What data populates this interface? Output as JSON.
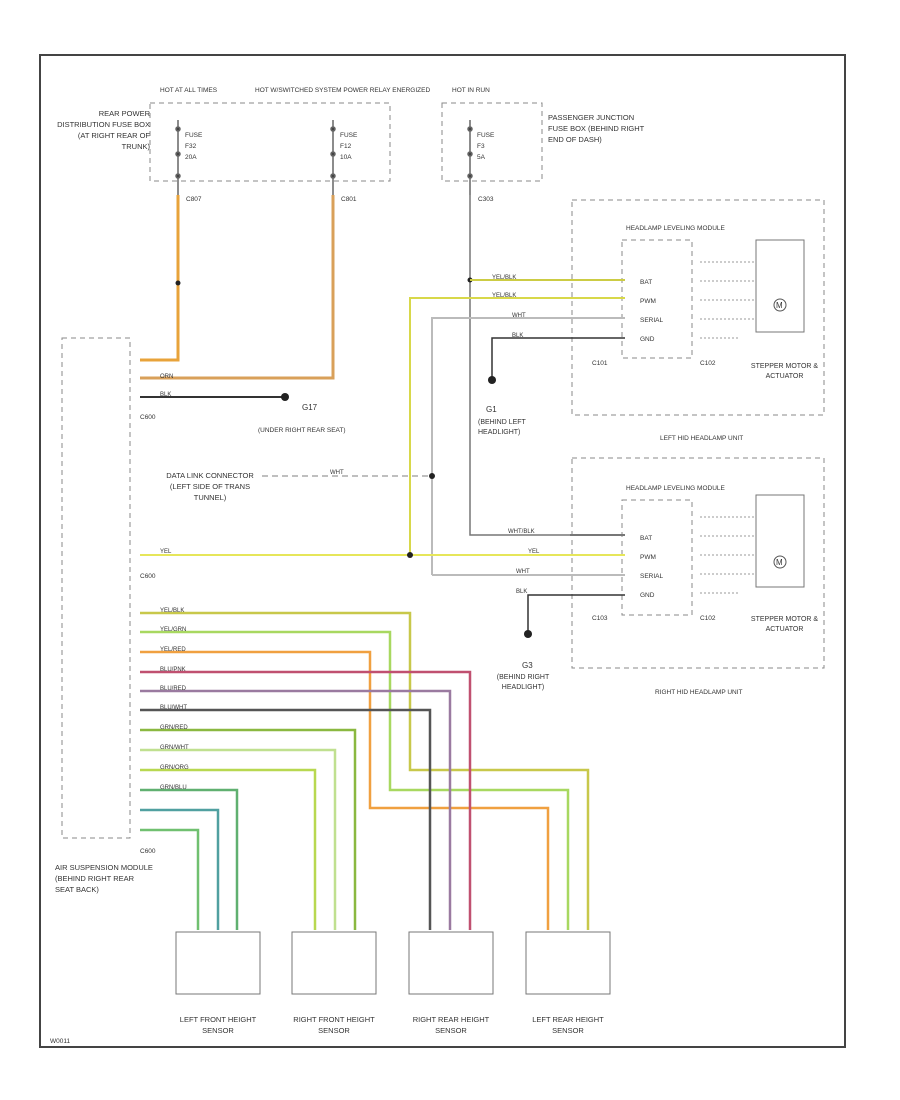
{
  "fuse_boxes": {
    "hot_at_all_times": "HOT AT ALL TIMES",
    "hot_energized": "HOT W/SWITCHED SYSTEM POWER RELAY ENERGIZED",
    "hot_in_run": "HOT IN RUN",
    "rear_box": "REAR POWER DISTRIBUTION FUSE BOX (AT RIGHT REAR OF TRUNK)",
    "pass_box": "PASSENGER JUNCTION FUSE BOX (BEHIND RIGHT END OF DASH)",
    "fuse1": [
      "FUSE",
      "F32",
      "20A"
    ],
    "fuse2": [
      "FUSE",
      "F12",
      "10A"
    ],
    "fuse3": [
      "FUSE",
      "F3",
      "5A"
    ],
    "conn1": "C807",
    "conn2": "C801",
    "conn3": "C303"
  },
  "ground_g17": "G17",
  "ground_g17_loc": "(UNDER RIGHT REAR SEAT)",
  "ground_g1": "G1",
  "ground_g1_loc": "(BEHIND LEFT HEADLIGHT)",
  "ground_g3": "G3",
  "ground_g3_loc": "(BEHIND RIGHT HEADLIGHT)",
  "dlc": "DATA LINK CONNECTOR (LEFT SIDE OF TRANS TUNNEL)",
  "modules": {
    "lh_unit": "LEFT HID HEADLAMP UNIT",
    "rh_unit": "RIGHT HID HEADLAMP UNIT",
    "headlamp_module": "HEADLAMP LEVELING MODULE",
    "stepper": "STEPPER MOTOR & ACTUATOR",
    "pins": [
      "BAT",
      "PWM",
      "SERIAL",
      "GND"
    ],
    "motor_mark": "M",
    "conn_c1": "C101",
    "conn_c2": "C102",
    "conn_c3": "C103"
  },
  "asm": {
    "label": "AIR SUSPENSION MODULE (BEHIND RIGHT REAR SEAT BACK)",
    "conn_top": "C600",
    "conn_mid": "C600",
    "conn_bot": "C600",
    "top_wires": [
      "ORN",
      "BLK"
    ],
    "yel": "YEL",
    "sensor_wires": [
      "YEL/BLK",
      "YEL/GRN",
      "YEL/RED",
      "BLU/PNK",
      "BLU/RED",
      "BLU/WHT",
      "GRN/RED",
      "GRN/WHT",
      "GRN/ORG",
      "GRN/BLU"
    ]
  },
  "mod_wires": [
    "YEL/BLK",
    "YEL/BLK",
    "WHT",
    "BLK"
  ],
  "rh_wires": [
    "WHT/BLK",
    "YEL",
    "WHT",
    "BLK"
  ],
  "wht_wire": "WHT",
  "sensors": {
    "lf": "LEFT FRONT HEIGHT SENSOR",
    "rf": "RIGHT FRONT HEIGHT SENSOR",
    "rr": "RIGHT REAR HEIGHT SENSOR",
    "lr": "LEFT REAR HEIGHT SENSOR"
  },
  "diagram_id": "W0011"
}
